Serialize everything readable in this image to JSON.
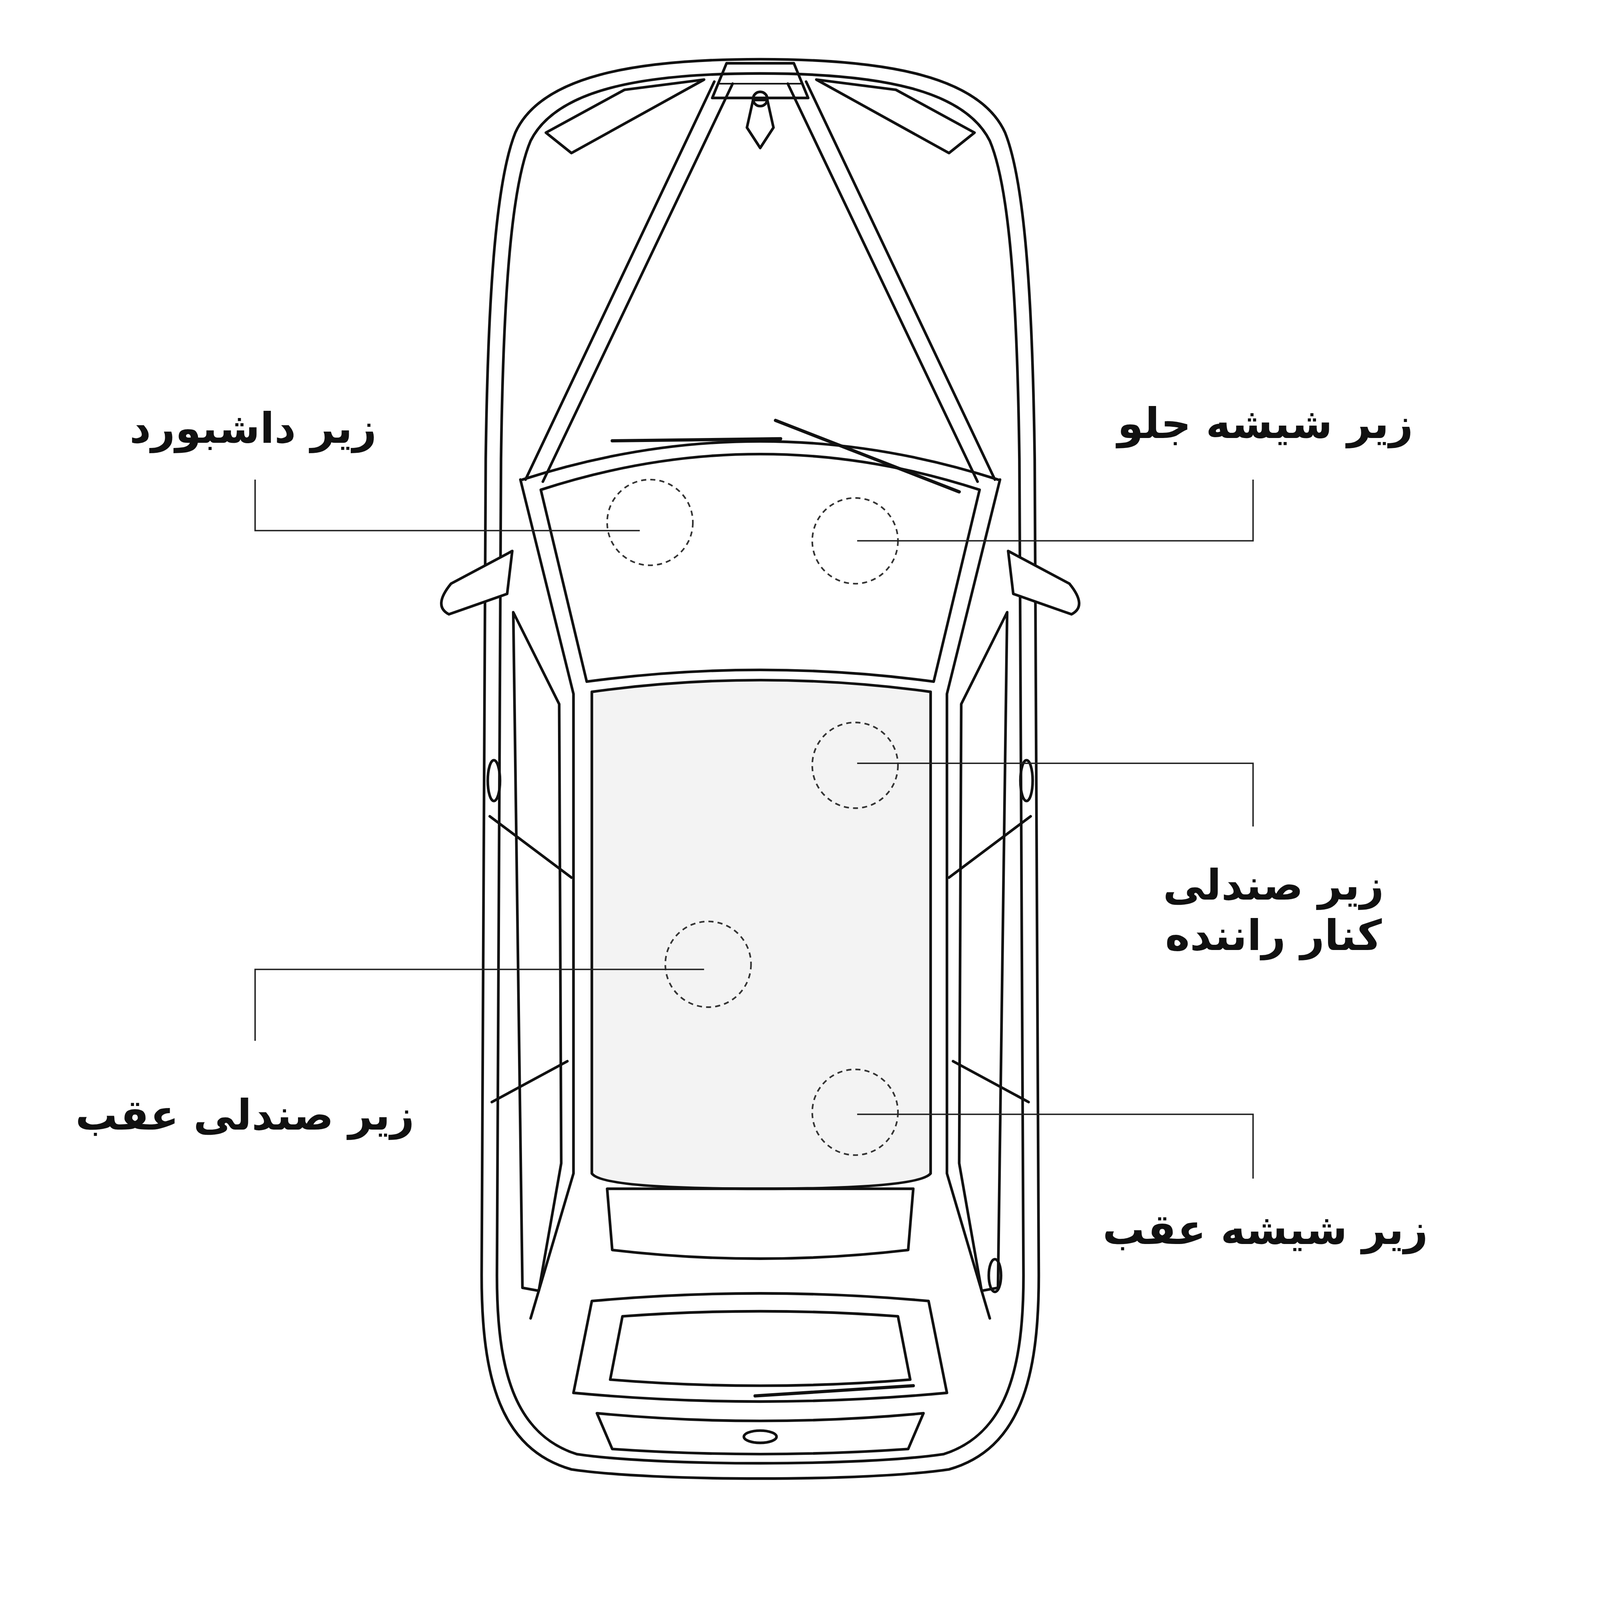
{
  "diagram": {
    "labels": [
      "زیر داشبورد",
      "زیر شیشه جلو",
      "زیر صندلی کنار راننده",
      "زیر صندلی عقب",
      "زیر شیشه عقب"
    ]
  }
}
